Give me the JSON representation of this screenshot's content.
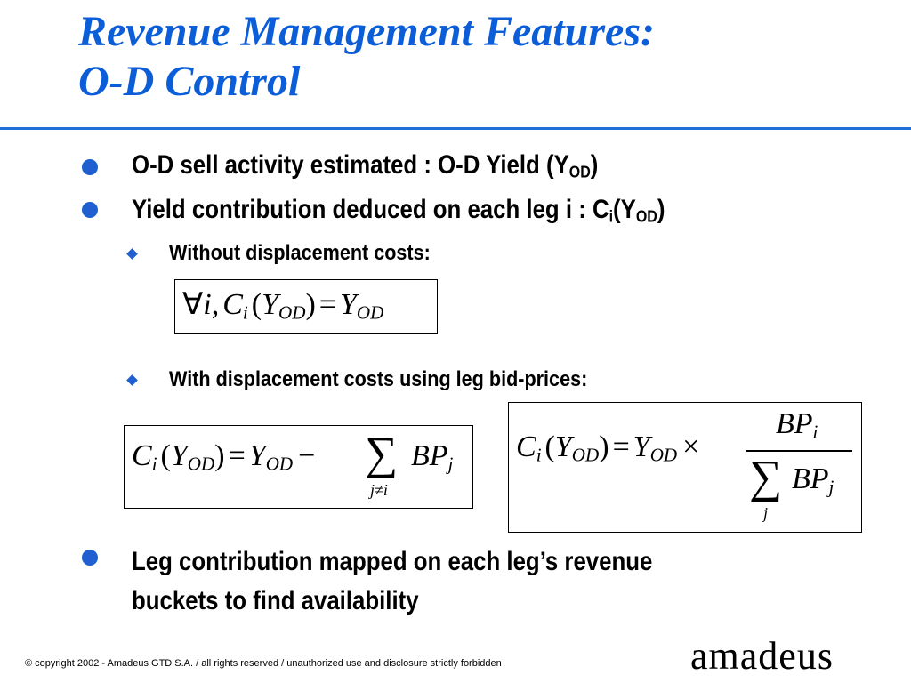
{
  "title": {
    "line1": "Revenue Management Features:",
    "line2": "O-D Control"
  },
  "bullets": [
    {
      "text": "O-D sell activity estimated : O-D Yield (Y",
      "sub": "OD",
      "tail": ")"
    },
    {
      "text": "Yield contribution deduced on each leg i : C",
      "sub1": "i",
      "mid": "(Y",
      "sub2": "OD",
      "tail": ")"
    },
    {
      "line1": "Leg contribution mapped on each leg’s revenue",
      "line2": "buckets to find availability"
    }
  ],
  "subbullets": [
    "Without displacement costs:",
    "With displacement costs using leg bid-prices:"
  ],
  "formulas": {
    "f1": {
      "forall": "∀",
      "i": "i",
      "comma": ",",
      "C": "C",
      "ci": "i",
      "lp": "(",
      "Y": "Y",
      "od": "OD",
      "rp": ")",
      "eq": "=",
      "Y2": "Y",
      "od2": "OD"
    },
    "f2": {
      "C": "C",
      "ci": "i",
      "lp": "(",
      "Y": "Y",
      "od": "OD",
      "rp": ")",
      "eq": "=",
      "Y2": "Y",
      "od2": "OD",
      "minus": "−",
      "sum": "∑",
      "sumsub": "j≠i",
      "BP": "BP",
      "bpsub": "j"
    },
    "f3": {
      "C": "C",
      "ci": "i",
      "lp": "(",
      "Y": "Y",
      "od": "OD",
      "rp": ")",
      "eq": "=",
      "Y2": "Y",
      "od2": "OD",
      "times": "×",
      "num": "BP",
      "numsub": "i",
      "sum": "∑",
      "sumsub": "j",
      "den": "BP",
      "densub": "j"
    }
  },
  "footer": "© copyright 2002 - Amadeus GTD S.A. / all rights reserved / unauthorized use and disclosure strictly forbidden",
  "logo": "amadeus"
}
